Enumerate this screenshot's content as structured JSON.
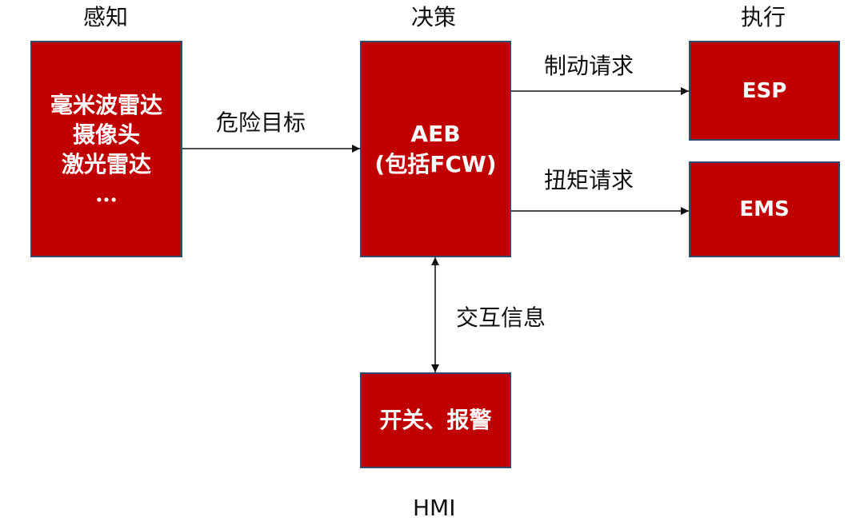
{
  "headers": {
    "perception": "感知",
    "decision": "决策",
    "execution": "执行"
  },
  "nodes": {
    "sensors": {
      "lines": [
        "毫米波雷达",
        "摄像头",
        "激光雷达",
        "…"
      ]
    },
    "aeb": {
      "lines": [
        "AEB",
        "(包括FCW)"
      ]
    },
    "esp": {
      "label": "ESP"
    },
    "ems": {
      "label": "EMS"
    },
    "hmi": {
      "label": "开关、报警",
      "caption": "HMI"
    }
  },
  "edges": {
    "sensors_to_aeb": "危险目标",
    "aeb_to_esp": "制动请求",
    "aeb_to_ems": "扭矩请求",
    "aeb_hmi": "交互信息"
  },
  "colors": {
    "box_fill": "#c00000",
    "box_border": "#2f4a6b",
    "line": "#111111",
    "text": "#111111"
  }
}
